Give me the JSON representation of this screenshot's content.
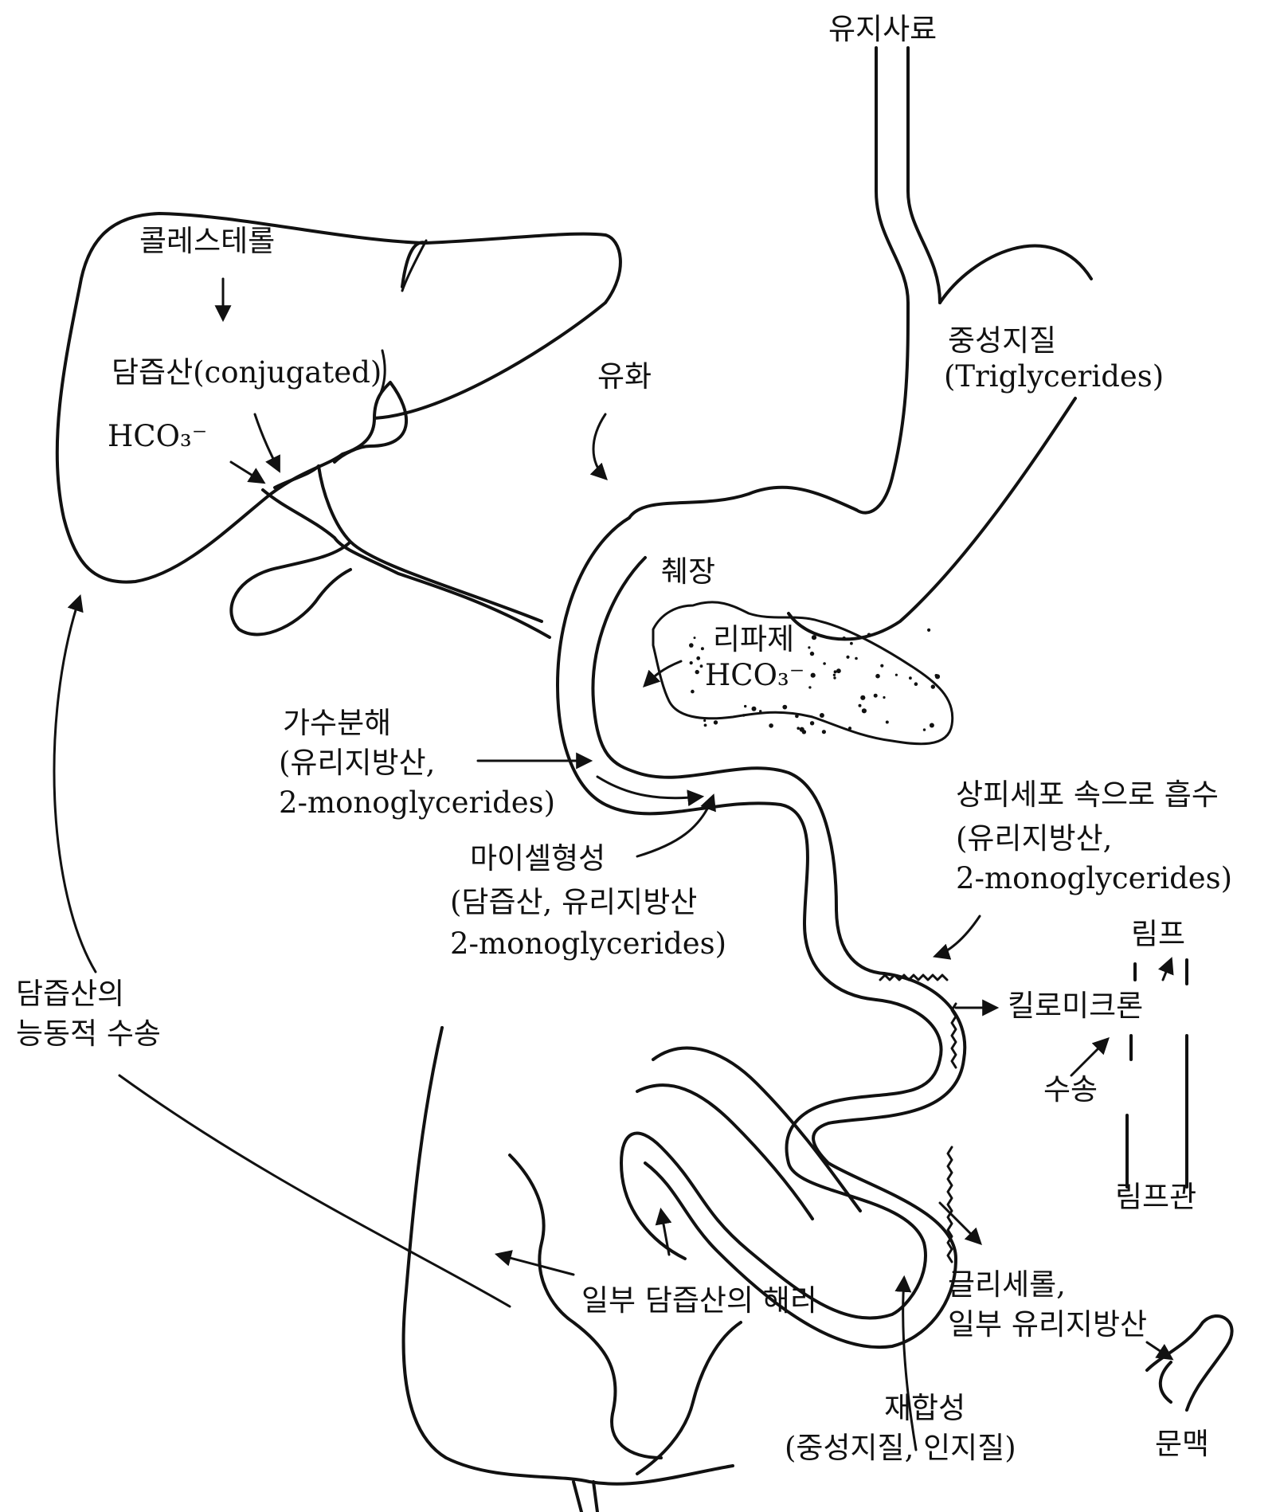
{
  "labels": {
    "dietary_fat": "유지사료",
    "cholesterol": "콜레스테롤",
    "bile_acid_conj": "담즙산(conjugated)",
    "hco3_liver": "HCO₃⁻",
    "emulsification": "유화",
    "triglycerides_ko": "중성지질",
    "triglycerides_en": "(Triglycerides)",
    "pancreas": "췌장",
    "lipase": "리파제",
    "hco3_pancreas": "HCO₃⁻",
    "hydrolysis_1": "가수분해",
    "hydrolysis_2": "(유리지방산,",
    "hydrolysis_3": "2-monoglycerides)",
    "absorb_1": "상피세포 속으로 흡수",
    "absorb_2": "(유리지방산,",
    "absorb_3": "2-monoglycerides)",
    "micelle_1": "마이셀형성",
    "micelle_2": "(담즙산, 유리지방산",
    "micelle_3": "2-monoglycerides)",
    "active_transport_1": "담즙산의",
    "active_transport_2": "능동적 수송",
    "lymph": "림프",
    "chylomicron": "킬로미크론",
    "transport": "수송",
    "lymph_duct": "림프관",
    "partial_bile_dissoc": "일부 담즙산의 해리",
    "glycerol_1": "글리세롤,",
    "glycerol_2": "일부 유리지방산",
    "resynthesis_1": "재합성",
    "resynthesis_2": "(중성지질, 인지질)",
    "portal_vein": "문맥"
  },
  "colors": {
    "ink": "#111111",
    "paper": "#ffffff"
  }
}
